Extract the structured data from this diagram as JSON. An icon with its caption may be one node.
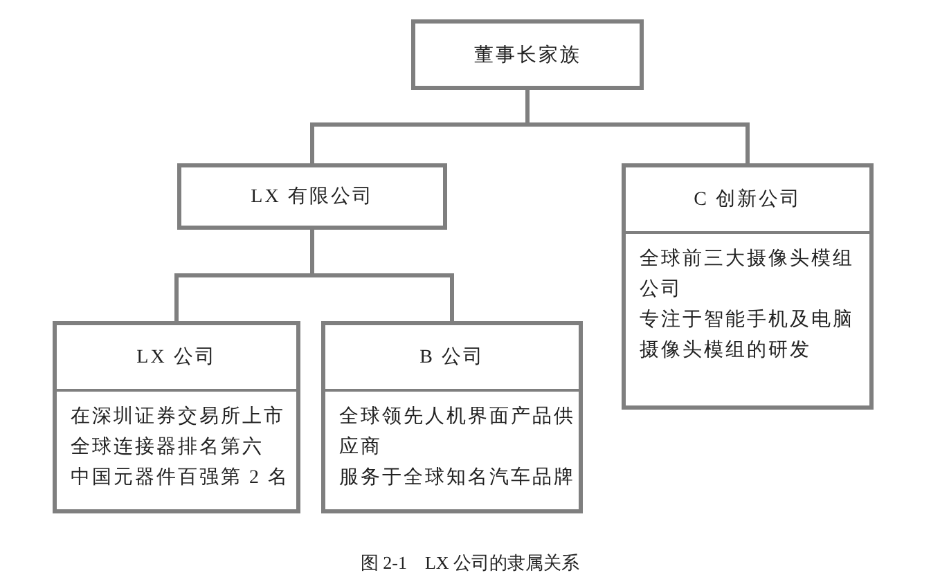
{
  "diagram": {
    "caption": "图 2-1　LX 公司的隶属关系",
    "nodes": [
      {
        "text": [
          "董事长家族"
        ]
      },
      {
        "text": [
          "LX 有限公司"
        ]
      },
      {
        "text": [
          "C 创新公司",
          "全球前三大摄像头模组公司",
          "专注于智能手机及电脑摄像头模组的研发"
        ]
      },
      {
        "text": [
          "LX 公司",
          "在深圳证券交易所上市",
          "全球连接器排名第六",
          "中国元器件百强第 2 名"
        ]
      },
      {
        "text": [
          "B 公司",
          "全球领先人机界面产品供应商",
          "服务于全球知名汽车品牌"
        ]
      }
    ],
    "edges": [
      {
        "from": 0,
        "to": 1,
        "arrow": "none"
      },
      {
        "from": 0,
        "to": 2,
        "arrow": "none"
      },
      {
        "from": 1,
        "to": 3,
        "arrow": "none"
      },
      {
        "from": 1,
        "to": 4,
        "arrow": "none"
      }
    ]
  }
}
